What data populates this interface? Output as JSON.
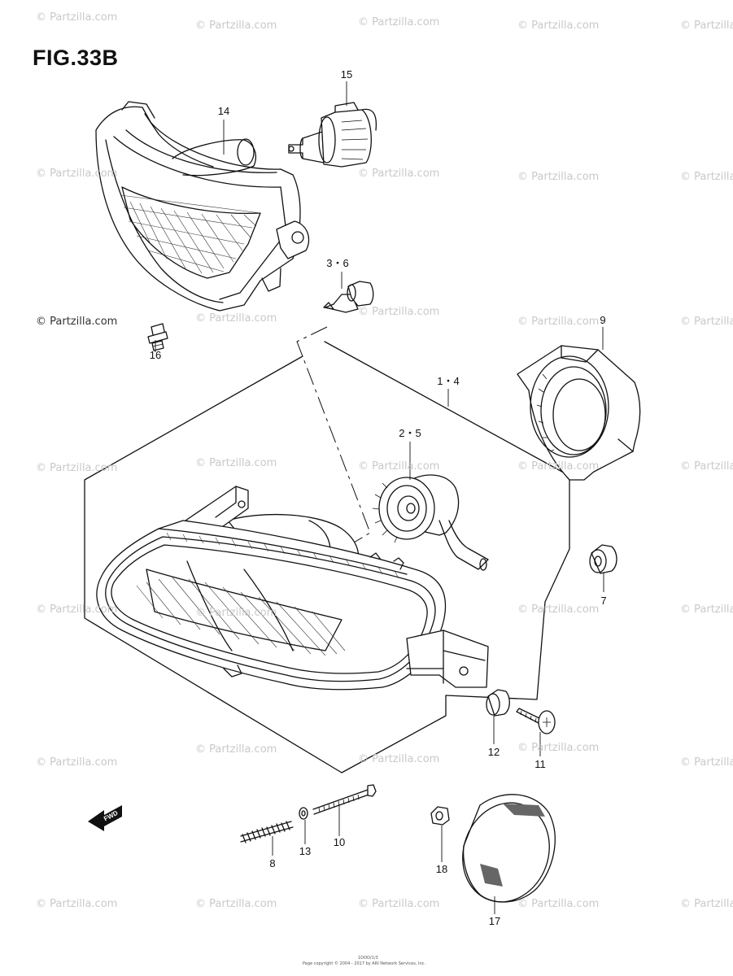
{
  "figure": {
    "title": "FIG.33B"
  },
  "watermark": {
    "text": "© Partzilla.com"
  },
  "footer": {
    "code": "1OOO/1/3",
    "copyright": "Page copyright © 2004 - 2017 by ARI Network Services, Inc."
  },
  "fwd_label": "FWD",
  "callouts": [
    {
      "id": "c15",
      "label": "15"
    },
    {
      "id": "c14",
      "label": "14"
    },
    {
      "id": "c3_6",
      "label": "3・6"
    },
    {
      "id": "c16",
      "label": "16"
    },
    {
      "id": "c9",
      "label": "9"
    },
    {
      "id": "c1_4",
      "label": "1・4"
    },
    {
      "id": "c2_5",
      "label": "2・5"
    },
    {
      "id": "c7",
      "label": "7"
    },
    {
      "id": "c12",
      "label": "12"
    },
    {
      "id": "c11",
      "label": "11"
    },
    {
      "id": "c8",
      "label": "8"
    },
    {
      "id": "c13",
      "label": "13"
    },
    {
      "id": "c10",
      "label": "10"
    },
    {
      "id": "c18",
      "label": "18"
    },
    {
      "id": "c17",
      "label": "17"
    }
  ]
}
